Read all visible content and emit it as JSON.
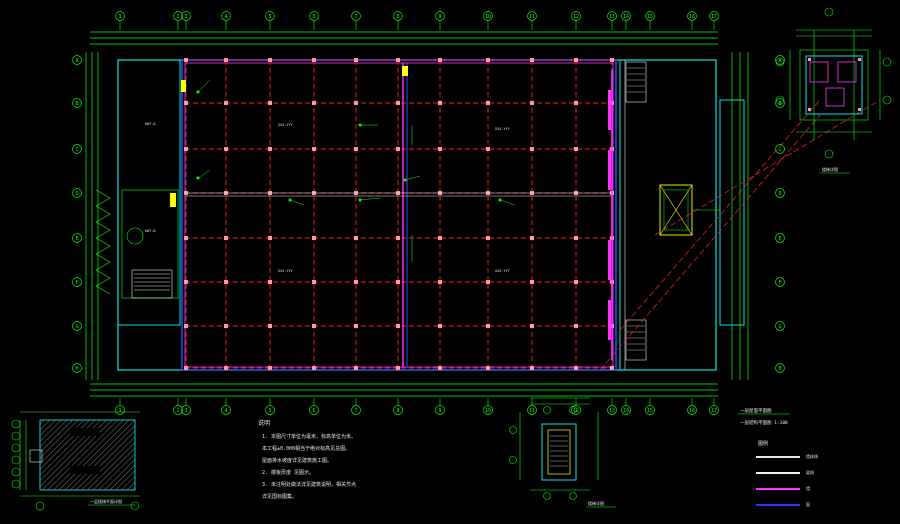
{
  "drawing": {
    "grid_columns": [
      "1",
      "2",
      "3",
      "4",
      "5",
      "6",
      "7",
      "8",
      "9",
      "10",
      "11",
      "12",
      "13",
      "14",
      "15",
      "16",
      "17"
    ],
    "grid_rows": [
      "A",
      "B",
      "C",
      "D",
      "E",
      "F",
      "G",
      "H"
    ],
    "room_labels": {
      "left_top": "KWT-A",
      "left_bottom": "KWT-B",
      "center_top": "XXX-YYY",
      "center_bottom": "XXX-YYY",
      "right_top": "XXX-YYY",
      "right_bottom": "XXX-YYY"
    },
    "detail_titles": {
      "bottom_left": "一层楼梯平面详图",
      "bottom_center": "楼梯详图",
      "top_right": "楼梯详图",
      "bottom_right_a": "一层屋面平面图",
      "bottom_right_b": "一层结构平面图 1:100"
    },
    "notes_title": "说明",
    "notes": [
      "1. 本图尺寸单位为毫米，标高单位为米。",
      "   本工程±0.000相当于绝对标高见总图。",
      "   屋面排水坡度详见建筑施工图。",
      "2. 楼板厚度 见图示。",
      "3. 未注明处做法详见建筑说明，相关节点",
      "   详见国标图集。"
    ],
    "legend_title": "图例",
    "legend": [
      {
        "label": "墙体线",
        "color": "#e6e6e6"
      },
      {
        "label": "梁线",
        "color": "#f0f0f0"
      },
      {
        "label": "墙",
        "color": "#ff33ff"
      },
      {
        "label": "窗",
        "color": "#3333ff"
      }
    ],
    "colors": {
      "background": "#000000",
      "axis": "#00ff00",
      "grid_red": "#ff2020",
      "wall_cyan": "#00e5e5",
      "wall_magenta": "#ff33ff",
      "wall_blue": "#3050ff",
      "text": "#e8e8e8",
      "yellow": "#ffff00"
    }
  }
}
